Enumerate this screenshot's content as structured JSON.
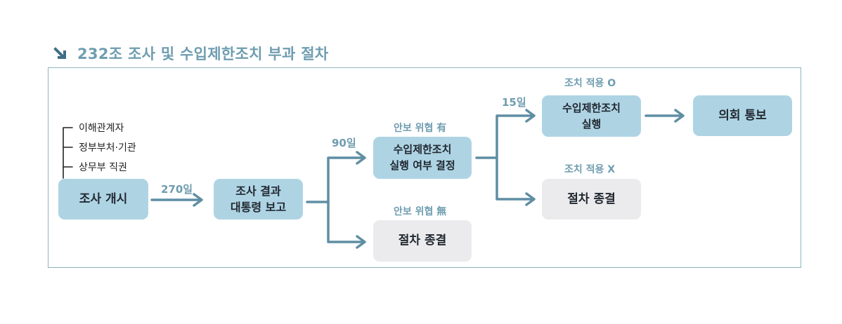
{
  "title": "232조 조사 및 수입제한조치 부과 절차",
  "colors": {
    "accent": "#6f9db0",
    "box_blue": "#aed4e4",
    "box_gray": "#ebebed",
    "arrow": "#5f8ea3"
  },
  "parties": [
    "이해관계자",
    "정부부처·기관",
    "상무부 직권"
  ],
  "boxes": {
    "start": "조사 개시",
    "report": "조사 결과\n대통령 보고",
    "decide": "수입제한조치\n실행 여부 결정",
    "end_no_threat": "절차 종결",
    "apply": "수입제한조치\n실행",
    "end_no_apply": "절차 종결",
    "congress": "의회 통보"
  },
  "labels": {
    "days_270": "270일",
    "days_90": "90일",
    "days_15": "15일",
    "threat_yes": "안보 위협 有",
    "threat_no": "안보 위협 無",
    "apply_yes": "조치 적용 O",
    "apply_no": "조치 적용 X"
  }
}
